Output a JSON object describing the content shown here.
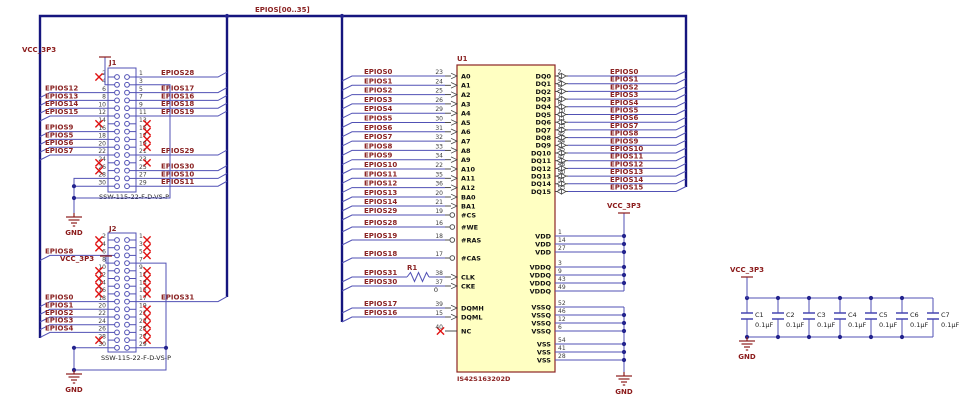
{
  "schematic": {
    "bus_label": "EPIOS[00..35]",
    "nets": {
      "vcc": "VCC_3P3",
      "gnd": "GND"
    },
    "colors": {
      "wire": "#5151b5",
      "bus": "#15157e",
      "net_label": "#8b2424",
      "ic_fill": "#ffffc2",
      "ic_outline": "#8b2424",
      "power_symbol": "#8b1a1a",
      "no_connect_x": "#e01212",
      "pin_number": "#3d3d3d",
      "pin_name": "#111111"
    },
    "connectors": [
      {
        "ref": "J1",
        "part": "SSW-115-22-F-D-VS-P",
        "rows": [
          {
            "l": {
              "pin": "2",
              "x": true
            },
            "r": {
              "pin": "1",
              "net": "EPIOS28"
            }
          },
          {
            "l": {
              "pin": "4",
              "vcc": true
            },
            "r": {
              "pin": "3",
              "gnd": true
            }
          },
          {
            "l": {
              "pin": "6",
              "net": "EPIOS12"
            },
            "r": {
              "pin": "5",
              "net": "EPIOS17"
            }
          },
          {
            "l": {
              "pin": "8",
              "net": "EPIOS13"
            },
            "r": {
              "pin": "7",
              "net": "EPIOS16"
            }
          },
          {
            "l": {
              "pin": "10",
              "net": "EPIOS14"
            },
            "r": {
              "pin": "9",
              "net": "EPIOS18"
            }
          },
          {
            "l": {
              "pin": "12",
              "net": "EPIOS15"
            },
            "r": {
              "pin": "11",
              "net": "EPIOS19"
            }
          },
          {
            "l": {
              "pin": "14",
              "x": true
            },
            "r": {
              "pin": "13",
              "x": true
            }
          },
          {
            "l": {
              "pin": "16",
              "net": "EPIOS9"
            },
            "r": {
              "pin": "15",
              "x": true
            }
          },
          {
            "l": {
              "pin": "18",
              "net": "EPIOS5"
            },
            "r": {
              "pin": "17",
              "x": true
            }
          },
          {
            "l": {
              "pin": "20",
              "net": "EPIOS6"
            },
            "r": {
              "pin": "19",
              "x": true
            }
          },
          {
            "l": {
              "pin": "22",
              "net": "EPIOS7"
            },
            "r": {
              "pin": "21",
              "net": "EPIOS29"
            }
          },
          {
            "l": {
              "pin": "24",
              "x": true
            },
            "r": {
              "pin": "23",
              "x": true
            }
          },
          {
            "l": {
              "pin": "26",
              "x": true
            },
            "r": {
              "pin": "25",
              "net": "EPIOS30"
            }
          },
          {
            "l": {
              "pin": "28",
              "gnd": true
            },
            "r": {
              "pin": "27",
              "net": "EPIOS10"
            }
          },
          {
            "l": {
              "pin": "30",
              "gnd": true
            },
            "r": {
              "pin": "29",
              "net": "EPIOS11"
            }
          }
        ]
      },
      {
        "ref": "J2",
        "part": "SSW-115-22-F-D-VS-P",
        "rows": [
          {
            "l": {
              "pin": "2",
              "x": true
            },
            "r": {
              "pin": "1",
              "x": true
            }
          },
          {
            "l": {
              "pin": "4",
              "x": true
            },
            "r": {
              "pin": "3",
              "x": true
            }
          },
          {
            "l": {
              "pin": "6",
              "net": "EPIOS8"
            },
            "r": {
              "pin": "5",
              "x": true
            }
          },
          {
            "l": {
              "pin": "8",
              "vcc": true
            },
            "r": {
              "pin": "7",
              "gnd": true
            }
          },
          {
            "l": {
              "pin": "10",
              "x": true
            },
            "r": {
              "pin": "9",
              "x": true
            }
          },
          {
            "l": {
              "pin": "12",
              "x": true
            },
            "r": {
              "pin": "11",
              "x": true
            }
          },
          {
            "l": {
              "pin": "14",
              "x": true
            },
            "r": {
              "pin": "13",
              "x": true
            }
          },
          {
            "l": {
              "pin": "16",
              "x": true
            },
            "r": {
              "pin": "15",
              "x": true
            }
          },
          {
            "l": {
              "pin": "18",
              "net": "EPIOS0"
            },
            "r": {
              "pin": "17",
              "net": "EPIOS31"
            }
          },
          {
            "l": {
              "pin": "20",
              "net": "EPIOS1"
            },
            "r": {
              "pin": "19",
              "x": true
            }
          },
          {
            "l": {
              "pin": "22",
              "net": "EPIOS2"
            },
            "r": {
              "pin": "21",
              "x": true
            }
          },
          {
            "l": {
              "pin": "24",
              "net": "EPIOS3"
            },
            "r": {
              "pin": "23",
              "x": true
            }
          },
          {
            "l": {
              "pin": "26",
              "net": "EPIOS4"
            },
            "r": {
              "pin": "25",
              "x": true
            }
          },
          {
            "l": {
              "pin": "28",
              "x": true
            },
            "r": {
              "pin": "27",
              "x": true
            }
          },
          {
            "l": {
              "pin": "30",
              "gnd": true
            },
            "r": {
              "pin": "29",
              "gnd": true
            }
          }
        ]
      }
    ],
    "ic": {
      "ref": "U1",
      "part": "IS42S163202D",
      "address_pins": [
        {
          "name": "A0",
          "pin": "23",
          "net": "EPIOS0"
        },
        {
          "name": "A1",
          "pin": "24",
          "net": "EPIOS1"
        },
        {
          "name": "A2",
          "pin": "25",
          "net": "EPIOS2"
        },
        {
          "name": "A3",
          "pin": "26",
          "net": "EPIOS3"
        },
        {
          "name": "A4",
          "pin": "29",
          "net": "EPIOS4"
        },
        {
          "name": "A5",
          "pin": "30",
          "net": "EPIOS5"
        },
        {
          "name": "A6",
          "pin": "31",
          "net": "EPIOS6"
        },
        {
          "name": "A7",
          "pin": "32",
          "net": "EPIOS7"
        },
        {
          "name": "A8",
          "pin": "33",
          "net": "EPIOS8"
        },
        {
          "name": "A9",
          "pin": "34",
          "net": "EPIOS9"
        },
        {
          "name": "A10",
          "pin": "22",
          "net": "EPIOS10"
        },
        {
          "name": "A11",
          "pin": "35",
          "net": "EPIOS11"
        },
        {
          "name": "A12",
          "pin": "36",
          "net": "EPIOS12"
        }
      ],
      "bank_pins": [
        {
          "name": "BA0",
          "pin": "20",
          "net": "EPIOS13"
        },
        {
          "name": "BA1",
          "pin": "21",
          "net": "EPIOS14"
        }
      ],
      "control_pins": [
        {
          "name": "#CS",
          "pin": "19",
          "net": "EPIOS29",
          "bubble": true
        },
        {
          "name": "#WE",
          "pin": "16",
          "net": "EPIOS28",
          "bubble": true
        },
        {
          "name": "#RAS",
          "pin": "18",
          "net": "EPIOS19",
          "bubble": true
        },
        {
          "name": "#CAS",
          "pin": "17",
          "net": "EPIOS18",
          "bubble": true
        },
        {
          "name": "CLK",
          "pin": "38",
          "net": "EPIOS31",
          "series": "R1"
        },
        {
          "name": "CKE",
          "pin": "37",
          "net": "EPIOS30"
        },
        {
          "name": "DQMH",
          "pin": "39",
          "net": "EPIOS17"
        },
        {
          "name": "DQML",
          "pin": "15",
          "net": "EPIOS16"
        },
        {
          "name": "NC",
          "pin": "40",
          "x": true
        }
      ],
      "data_pins": [
        {
          "name": "DQ0",
          "pin": "2",
          "net": "EPIOS0"
        },
        {
          "name": "DQ1",
          "pin": "4",
          "net": "EPIOS1"
        },
        {
          "name": "DQ2",
          "pin": "5",
          "net": "EPIOS2"
        },
        {
          "name": "DQ3",
          "pin": "7",
          "net": "EPIOS3"
        },
        {
          "name": "DQ4",
          "pin": "8",
          "net": "EPIOS4"
        },
        {
          "name": "DQ5",
          "pin": "10",
          "net": "EPIOS5"
        },
        {
          "name": "DQ6",
          "pin": "11",
          "net": "EPIOS6"
        },
        {
          "name": "DQ7",
          "pin": "13",
          "net": "EPIOS7"
        },
        {
          "name": "DQ8",
          "pin": "42",
          "net": "EPIOS8"
        },
        {
          "name": "DQ9",
          "pin": "44",
          "net": "EPIOS9"
        },
        {
          "name": "DQ10",
          "pin": "45",
          "net": "EPIOS10"
        },
        {
          "name": "DQ11",
          "pin": "47",
          "net": "EPIOS11"
        },
        {
          "name": "DQ12",
          "pin": "48",
          "net": "EPIOS12"
        },
        {
          "name": "DQ13",
          "pin": "50",
          "net": "EPIOS13"
        },
        {
          "name": "DQ14",
          "pin": "51",
          "net": "EPIOS14"
        },
        {
          "name": "DQ15",
          "pin": "53",
          "net": "EPIOS15"
        }
      ],
      "power_groups": [
        {
          "name": "VDD",
          "pins": [
            "1",
            "14",
            "27"
          ]
        },
        {
          "name": "VDDQ",
          "pins": [
            "3",
            "9",
            "43",
            "49"
          ]
        },
        {
          "name": "VSSQ",
          "pins": [
            "52",
            "46",
            "12",
            "6"
          ]
        },
        {
          "name": "VSS",
          "pins": [
            "54",
            "41",
            "28"
          ]
        }
      ]
    },
    "resistor": {
      "ref": "R1",
      "value": "0"
    },
    "capacitors": [
      {
        "ref": "C1",
        "value": "0.1μF"
      },
      {
        "ref": "C2",
        "value": "0.1μF"
      },
      {
        "ref": "C3",
        "value": "0.1μF"
      },
      {
        "ref": "C4",
        "value": "0.1μF"
      },
      {
        "ref": "C5",
        "value": "0.1μF"
      },
      {
        "ref": "C6",
        "value": "0.1μF"
      },
      {
        "ref": "C7",
        "value": "0.1μF"
      }
    ]
  }
}
